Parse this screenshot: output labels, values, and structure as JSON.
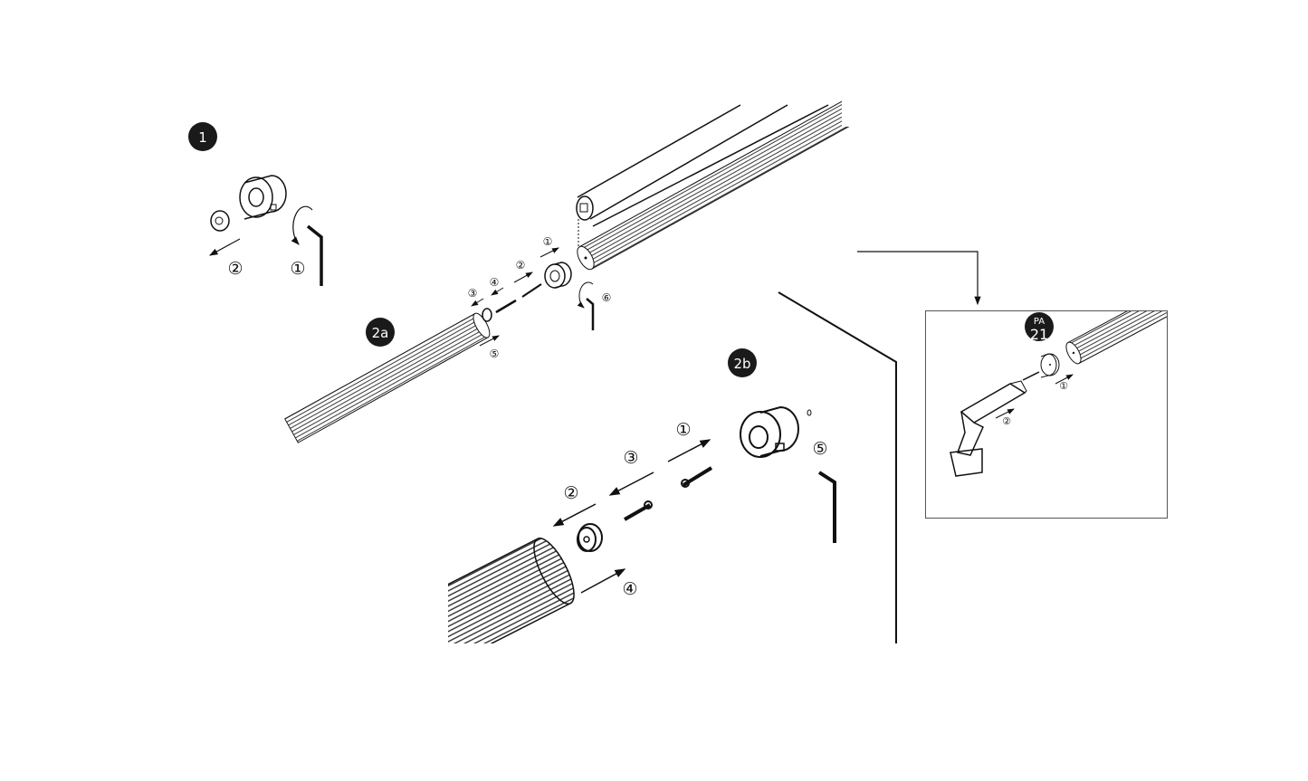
{
  "colors": {
    "ink": "#1a1a1a",
    "background": "#ffffff",
    "frame": "#555555"
  },
  "steps": {
    "step1": {
      "badge": "1",
      "nums": [
        "②",
        "①"
      ]
    },
    "step2a": {
      "badge": "2a",
      "nums": [
        "①",
        "②",
        "④",
        "③",
        "⑤",
        "⑥"
      ]
    },
    "step2b": {
      "badge": "2b",
      "nums": [
        "①",
        "③",
        "②",
        "④",
        "⑤"
      ]
    },
    "inset": {
      "badge_top": "PA",
      "badge_bottom": "21",
      "nums": [
        "①",
        "②"
      ]
    }
  }
}
